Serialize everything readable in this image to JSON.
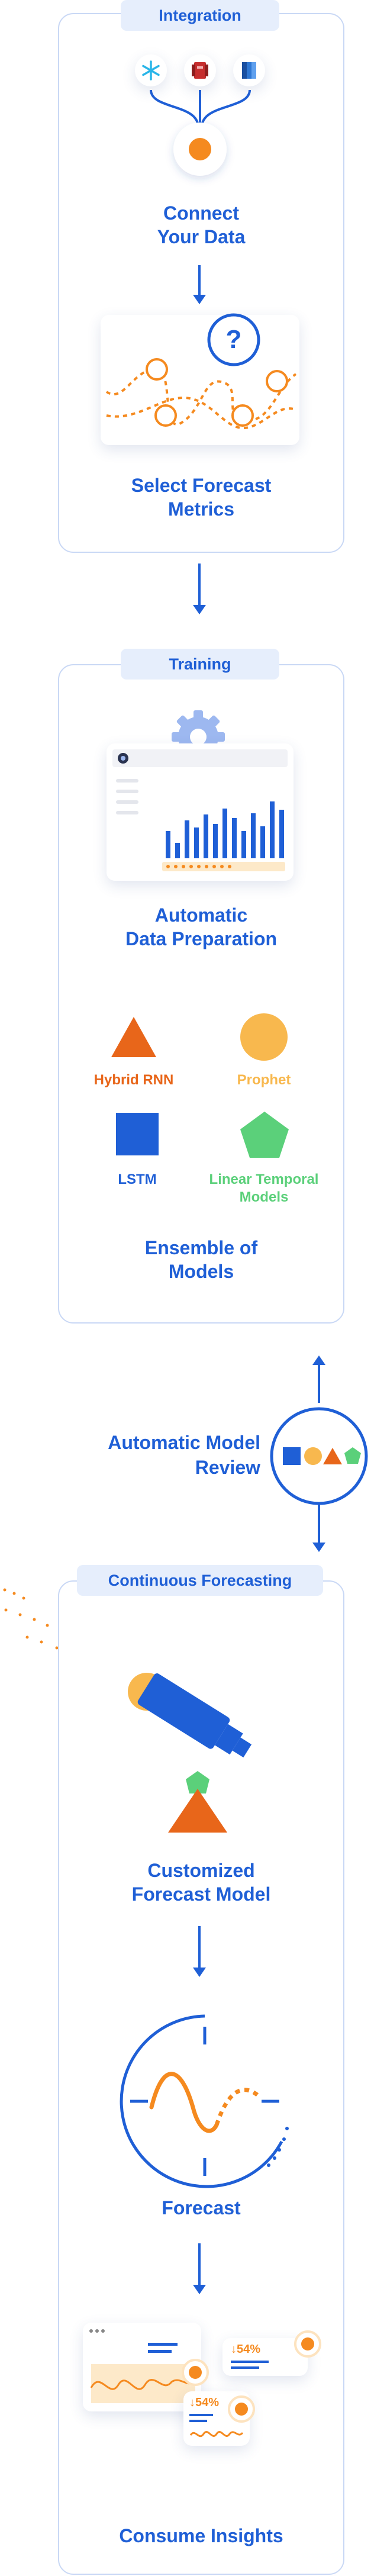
{
  "colors": {
    "blue": "#1f5fd6",
    "orange": "#f58a1f",
    "light_orange": "#f8b84e",
    "green": "#5bd07a",
    "panel_border": "#c9d8f5",
    "pill_bg": "#e6eefc"
  },
  "integration": {
    "pill": "Integration",
    "icons": [
      "snowflake-icon",
      "redshift-icon",
      "database-icon"
    ],
    "step1": "Connect\nYour Data",
    "step2": "Select Forecast\nMetrics"
  },
  "training": {
    "pill": "Training",
    "step1": "Automatic\nData Preparation",
    "models": [
      {
        "label": "Hybrid RNN",
        "shape": "triangle",
        "color": "#e8661a"
      },
      {
        "label": "Prophet",
        "shape": "circle",
        "color": "#f8b84e"
      },
      {
        "label": "LSTM",
        "shape": "square",
        "color": "#1f5fd6"
      },
      {
        "label": "Linear Temporal\nModels",
        "shape": "pentagon",
        "color": "#5bd07a"
      }
    ],
    "step2": "Ensemble of\nModels"
  },
  "review": {
    "label": "Automatic Model\nReview"
  },
  "forecasting": {
    "pill": "Continuous Forecasting",
    "step1": "Customized\nForecast Model",
    "step2": "Forecast",
    "step3": "Consume Insights",
    "insight_badges": [
      "↓54%",
      "↓54%"
    ]
  }
}
